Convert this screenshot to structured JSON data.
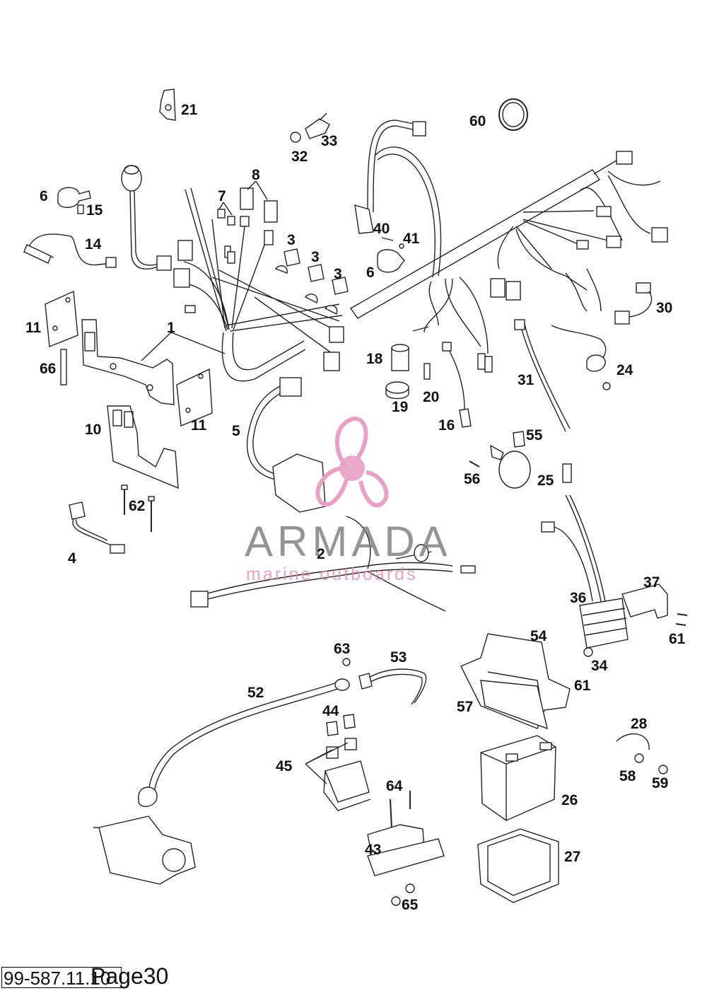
{
  "labels": [
    "1",
    "1",
    "2",
    "3",
    "3",
    "3",
    "4",
    "5",
    "6",
    "6",
    "7",
    "8",
    "10",
    "11",
    "11",
    "14",
    "15",
    "16",
    "18",
    "19",
    "20",
    "21",
    "24",
    "25",
    "26",
    "27",
    "28",
    "30",
    "31",
    "32",
    "33",
    "34",
    "36",
    "37",
    "40",
    "41",
    "43",
    "44",
    "45",
    "52",
    "53",
    "54",
    "55",
    "56",
    "57",
    "58",
    "59",
    "60",
    "61",
    "61",
    "62",
    "63",
    "64",
    "65",
    "66"
  ],
  "watermark": {
    "brand": "ARMADA",
    "tagline": "marine outboards",
    "logo_color": "#e8a0c4"
  },
  "footer": {
    "code": "99-587.11.10",
    "page": "Page30"
  }
}
